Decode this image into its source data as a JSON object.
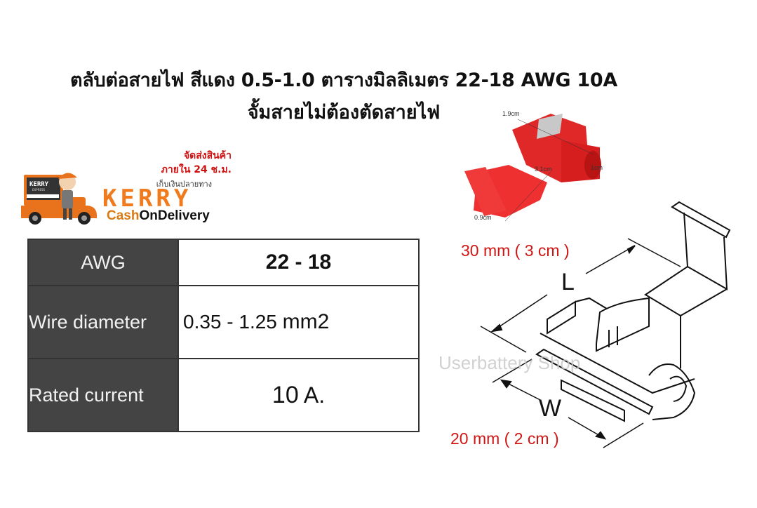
{
  "title": {
    "line1": "ตลับต่อสายไฟ สีแดง 0.5-1.0 ตารางมิลลิเมตร 22-18 AWG 10A",
    "line2": "จั้มสายไม่ต้องตัดสายไฟ"
  },
  "promo": {
    "shipping_line1": "จัดส่งสินค้า",
    "shipping_line2": "ภายใน 24 ช.ม.",
    "cod_thai": "เก็บเงินปลายทาง",
    "brand": "KERRY",
    "cod_part1": "Cash",
    "cod_part2": "OnDelivery",
    "truck_brand": "KERRY",
    "truck_sub": "EXPRESS",
    "colors": {
      "orange": "#f07b1e",
      "red": "#d01010"
    }
  },
  "spec_table": {
    "rows": [
      {
        "label": "AWG",
        "value": "22 - 18"
      },
      {
        "label": "Wire diameter",
        "value_num": "0.35 - 1.25",
        "value_unit": "mm2"
      },
      {
        "label": "Rated current",
        "value_num": "10",
        "value_unit": "A."
      }
    ],
    "header_bg": "#444444"
  },
  "photo": {
    "dims": {
      "top": "1.9cm",
      "length": "3.1cm",
      "end": "1cm",
      "bottom": "0.9cm"
    }
  },
  "drawing": {
    "length_label": "L",
    "width_label": "W",
    "length_value": "30 mm ( 3 cm )",
    "width_value": "20 mm ( 2 cm )",
    "watermark": "Userbattery Shop"
  }
}
